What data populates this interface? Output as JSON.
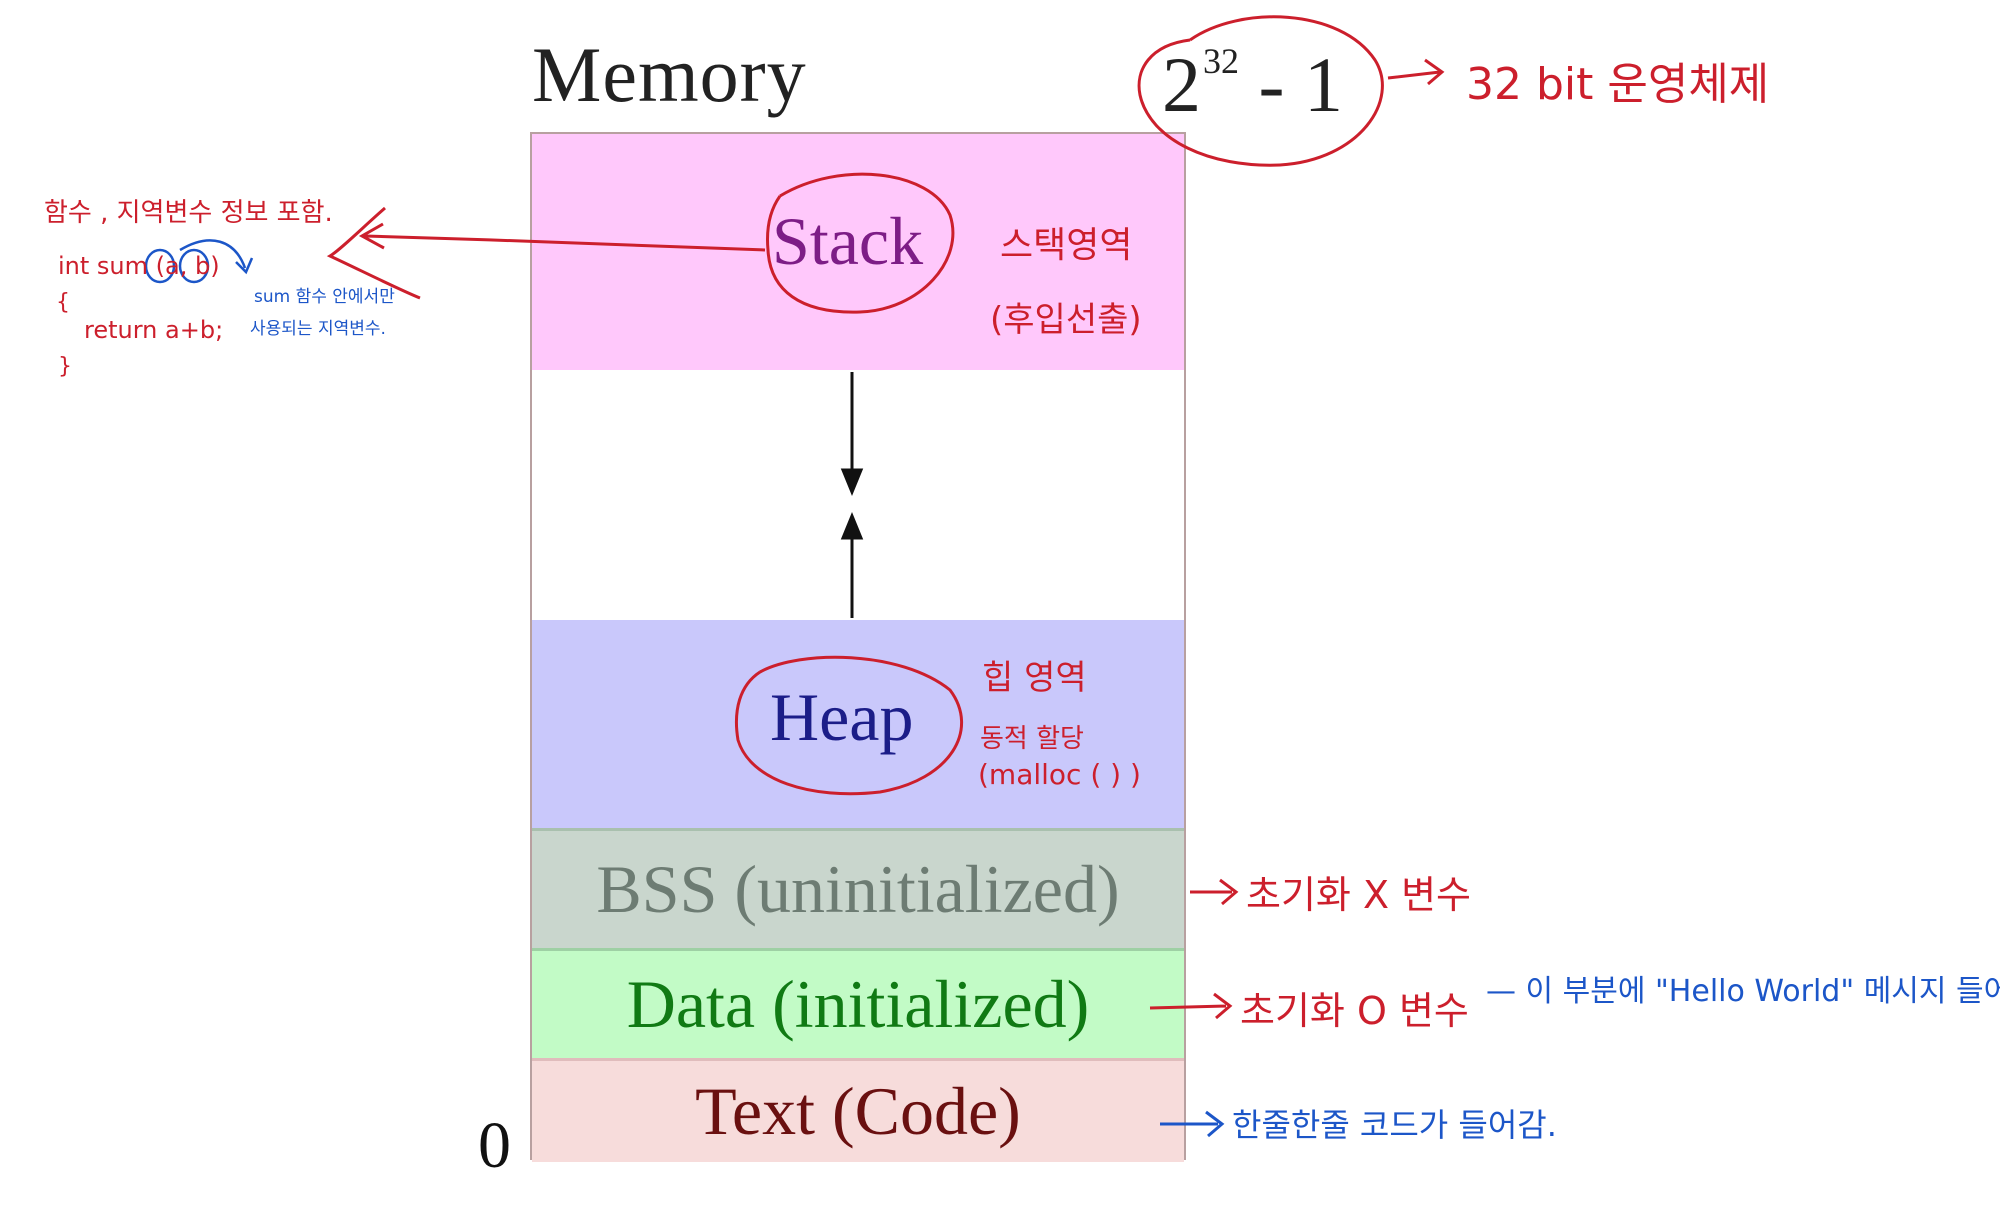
{
  "memory": {
    "title": "Memory",
    "top_address_base": "2",
    "top_address_exp": "32",
    "top_address_tail": "- 1",
    "bottom_address": "0",
    "segments": {
      "stack": "Stack",
      "heap": "Heap",
      "bss": "BSS (uninitialized)",
      "data": "Data (initialized)",
      "text": "Text (Code)"
    },
    "colors": {
      "stack": "#ffc8fb",
      "heap": "#c9c8fb",
      "bss": "#c9d6cd",
      "data": "#c2fbc6",
      "text": "#f7dcdb",
      "annotation_red": "#cc1f2c",
      "annotation_blue": "#1c56c8"
    }
  },
  "annotations": {
    "os_note": "32 bit 운영체제",
    "stack_left_title": "함수 , 지역변수  정보 포함.",
    "code_line1": "int sum (a, b)",
    "code_line2": "{",
    "code_line3": "return  a+b;",
    "code_line4": "}",
    "blue_note_line1": "sum 함수 안에서만",
    "blue_note_line2": "사용되는 지역변수.",
    "stack_right_line1": "스택영역",
    "stack_right_line2": "(후입선출)",
    "heap_line1": "힙 영역",
    "heap_line2": "동적 할당",
    "heap_line3": "(malloc ( ) )",
    "bss_note": "초기화  X  변수",
    "data_note": "초기화  O  변수",
    "data_blue_note": "— 이 부분에 \"Hello World\" 메시지 들어감.",
    "text_note": "한줄한줄  코드가 들어감."
  }
}
